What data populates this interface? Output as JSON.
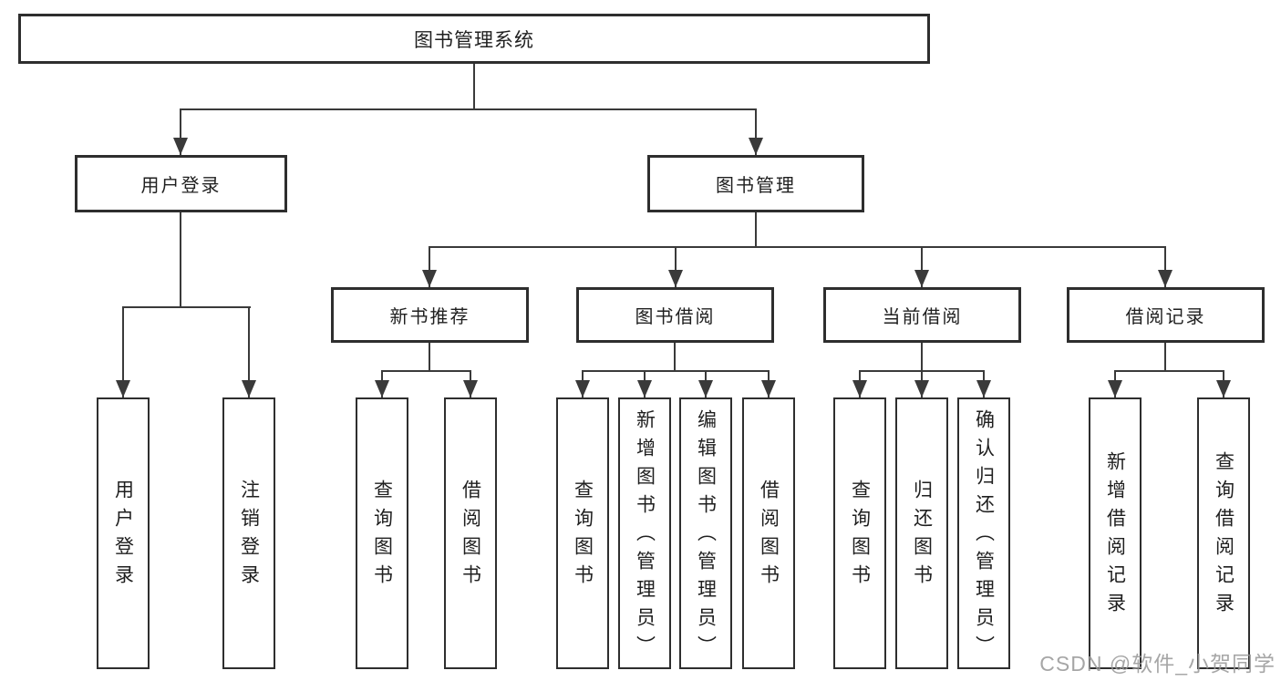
{
  "colors": {
    "line": "#3a3a3a",
    "box_border": "#2e2e2e",
    "box_fill": "#ffffff",
    "text": "#1f1f1f",
    "watermark": "#969696"
  },
  "tree": {
    "root": {
      "label": "图书管理系统"
    },
    "branches": [
      {
        "label": "用户登录",
        "children": [
          {
            "label": "用户登录"
          },
          {
            "label": "注销登录"
          }
        ]
      },
      {
        "label": "图书管理",
        "children": [
          {
            "label": "新书推荐",
            "children": [
              {
                "label": "查询图书"
              },
              {
                "label": "借阅图书"
              }
            ]
          },
          {
            "label": "图书借阅",
            "children": [
              {
                "label": "查询图书"
              },
              {
                "label": "新增图书（管理员）"
              },
              {
                "label": "编辑图书（管理员）"
              },
              {
                "label": "借阅图书"
              }
            ]
          },
          {
            "label": "当前借阅",
            "children": [
              {
                "label": "查询图书"
              },
              {
                "label": "归还图书"
              },
              {
                "label": "确认归还（管理员）"
              }
            ]
          },
          {
            "label": "借阅记录",
            "children": [
              {
                "label": "新增借阅记录"
              },
              {
                "label": "查询借阅记录"
              }
            ]
          }
        ]
      }
    ]
  },
  "watermark": {
    "text": "CSDN @软件_小贺同学"
  }
}
